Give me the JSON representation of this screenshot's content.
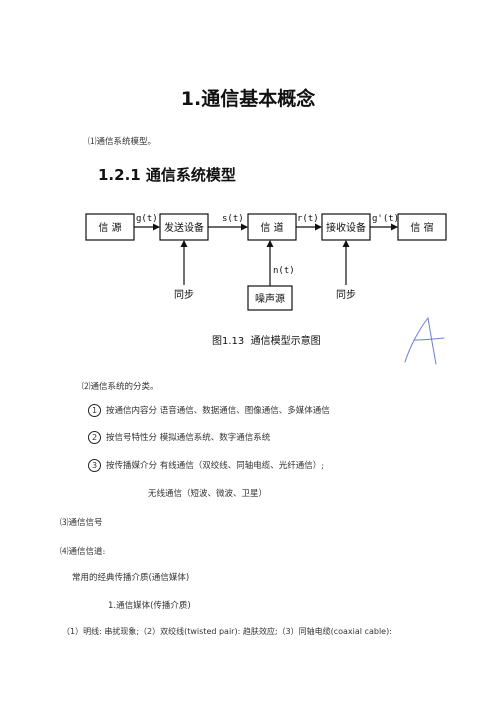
{
  "title": "1.通信基本概念",
  "item1": "⑴通信系统模型。",
  "section_heading": "1.2.1 通信系统模型",
  "diagram": {
    "boxes": {
      "source": "信 源",
      "transmitter": "发送设备",
      "channel": "信 道",
      "receiver": "接收设备",
      "sink": "信 宿",
      "noise": "噪声源"
    },
    "signals": {
      "g": "g(t)",
      "s": "s(t)",
      "r": "r(t)",
      "g2": "g'(t)",
      "n": "n(t)"
    },
    "sync_left": "同步",
    "sync_right": "同步",
    "caption": "图1.13  通信模型示意图"
  },
  "item2": "⑵通信系统的分类。",
  "classes": [
    {
      "num": "1",
      "text": "按通信内容分  语音通信、数据通信、图像通信、多媒体通信"
    },
    {
      "num": "2",
      "text": "按信号特性分  模拟通信系统、数字通信系统"
    },
    {
      "num": "3",
      "text": "按传播媒介分  有线通信（双绞线、同轴电缆、光纤通信）;"
    }
  ],
  "wireless": "无线通信（短波、微波、卫星）",
  "item3": "⑶通信信号",
  "item4": "⑷通信信道:",
  "media_intro": "常用的经典传播介质(通信媒体)",
  "media_sub": "1.通信媒体(传播介质)",
  "media_line": "（1）明线: 串扰现象;（2）双绞线(twisted pair): 趋肤效应;（3）同轴电缆(coaxial cable):"
}
